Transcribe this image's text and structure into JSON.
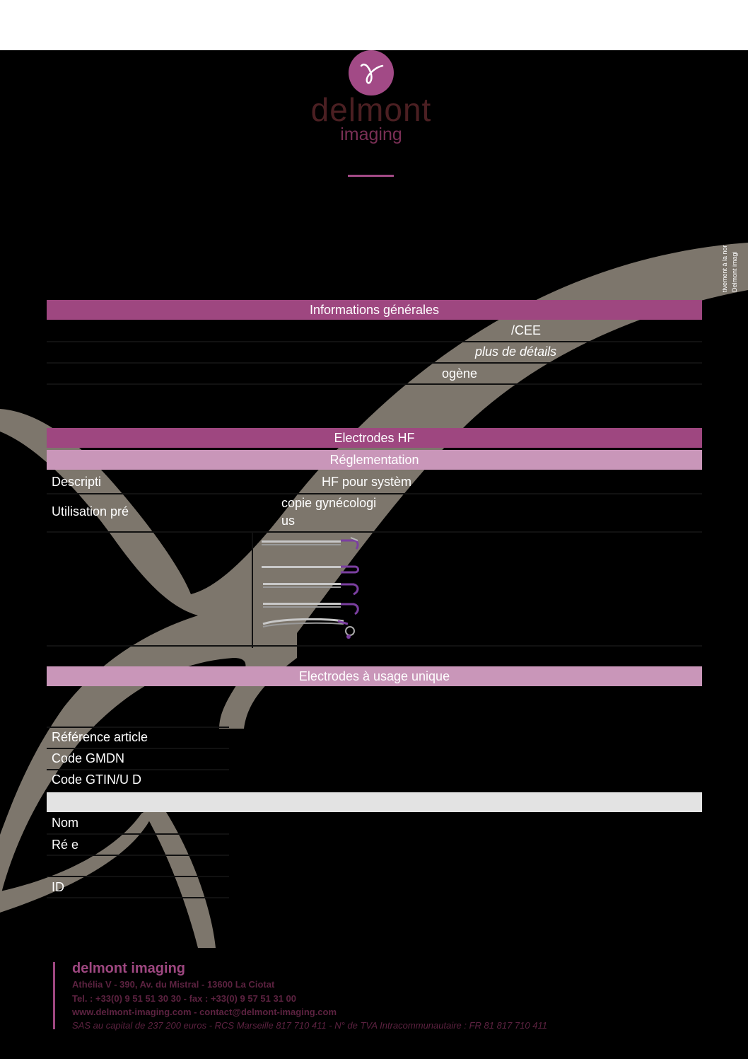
{
  "logo": {
    "name": "delmont",
    "sub": "imaging"
  },
  "side_note": {
    "line1": "tivement à la nor",
    "line2": "Delmont imagi"
  },
  "sections": {
    "general": "Informations générales",
    "electrodes": "Electrodes HF",
    "regulation": "Réglementation",
    "single_use": "Electrodes à usage unique"
  },
  "general_rows": [
    {
      "text": "/CEE",
      "italic": false
    },
    {
      "text": "plus de détails",
      "italic": true
    },
    {
      "text": "ogène",
      "italic": false
    }
  ],
  "regulation_rows": {
    "description_label": "Descripti",
    "description_value": "HF pour systèm",
    "usage_label": "Utilisation pré",
    "usage_value_1": "copie gynécologi",
    "usage_value_2": "us"
  },
  "single_use_rows": [
    {
      "label": "Référence article"
    },
    {
      "label": "Code GMDN"
    },
    {
      "label": "Code GTIN/U  D"
    }
  ],
  "manufacturer_rows": [
    {
      "label": "Nom"
    },
    {
      "label": "Ré              e"
    },
    {
      "label": ""
    },
    {
      "label": "              ID"
    }
  ],
  "footer": {
    "brand": "delmont imaging",
    "address": "Athélia V - 390, Av. du Mistral - 13600 La Ciotat",
    "phone": "Tel. : +33(0) 9 51 51 30 30 - fax : +33(0) 9 57 51 31 00",
    "web": "www.delmont-imaging.com - contact@delmont-imaging.com",
    "legal": "SAS au capital de 237 200 euros - RCS Marseille 817 710 411 - N° de TVA Intracommunautaire : FR 81 817 710 411"
  },
  "colors": {
    "accent_dark": "#9e4780",
    "accent_light": "#c996b9",
    "swoosh": "#7d766c",
    "logo_text": "#4b1f22"
  }
}
